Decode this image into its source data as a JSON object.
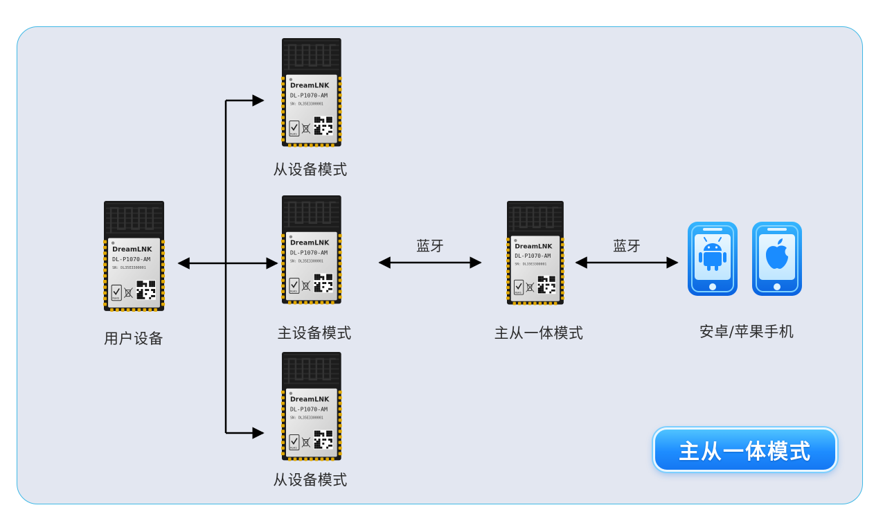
{
  "modules": [
    {
      "id": "user",
      "brand": "DreamLNK",
      "model": "DL-P1070-AM",
      "sn": "SN: DL35E3300001",
      "cert": "RoHS"
    },
    {
      "id": "slave1",
      "brand": "DreamLNK",
      "model": "DL-P1070-AM",
      "sn": "SN: DL35E3300001",
      "cert": "RoHS"
    },
    {
      "id": "master",
      "brand": "DreamLNK",
      "model": "DL-P1070-AM",
      "sn": "SN: DL35E3300001",
      "cert": "RoHS"
    },
    {
      "id": "slave2",
      "brand": "DreamLNK",
      "model": "DL-P1070-AM",
      "sn": "SN: DL35E3300001",
      "cert": "RoHS"
    },
    {
      "id": "combo",
      "brand": "DreamLNK",
      "model": "DL-P1070-AM",
      "sn": "SN: DL35E3300001",
      "cert": "RoHS"
    }
  ],
  "labels": {
    "user_device": "用户设备",
    "slave_mode_top": "从设备模式",
    "master_mode": "主设备模式",
    "slave_mode_bottom": "从设备模式",
    "combo_mode": "主从一体模式",
    "phones": "安卓/苹果手机"
  },
  "links": {
    "bluetooth_1": "蓝牙",
    "bluetooth_2": "蓝牙"
  },
  "icons": {
    "android": "android-icon",
    "apple": "apple-icon"
  },
  "badge": {
    "text": "主从一体模式"
  },
  "colors": {
    "accent": "#1e8dff",
    "panel_border": "#3fb8e6",
    "panel_bg": "#e3e7f1"
  }
}
